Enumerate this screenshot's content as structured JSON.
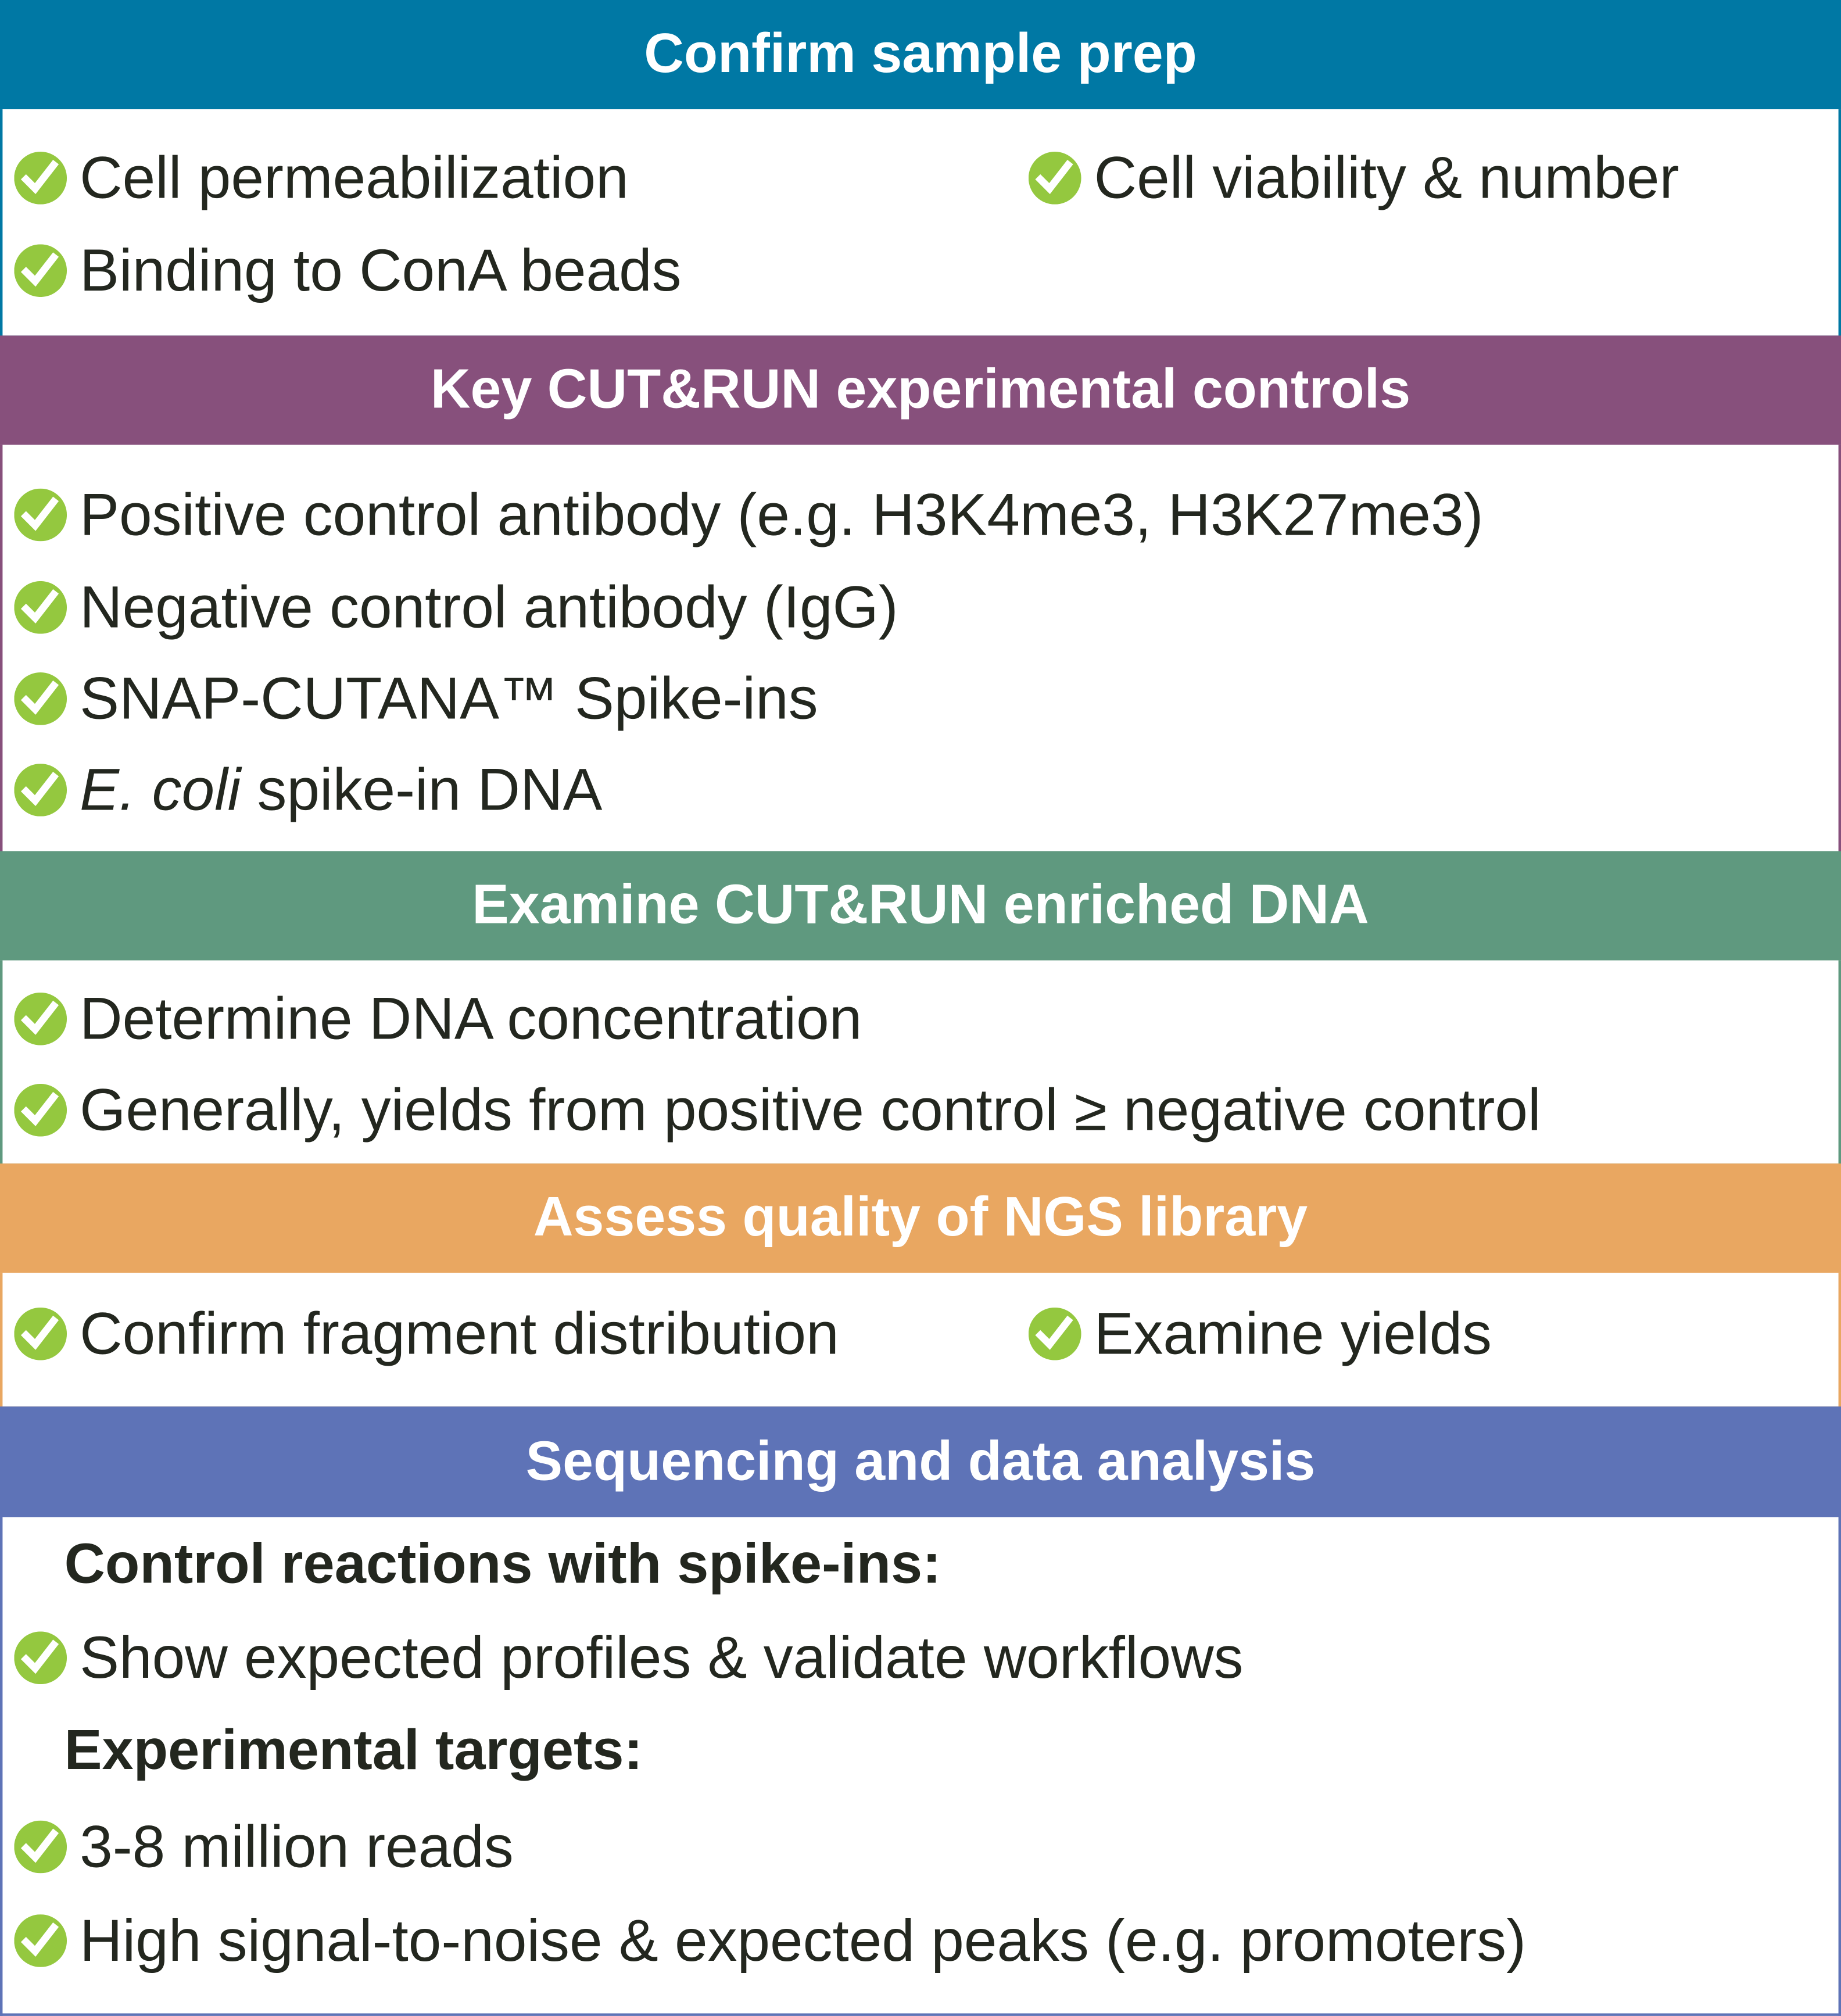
{
  "colors": {
    "teal": "#0078a4",
    "purple": "#87507c",
    "green": "#5f997f",
    "orange": "#e9a761",
    "blue": "#5e73b7",
    "check": "#94c83f"
  },
  "sections": [
    {
      "title": "Confirm sample prep",
      "items": [
        "Cell permeabilization",
        "Cell viability & number",
        "Binding to ConA beads"
      ]
    },
    {
      "title": "Key CUT&RUN experimental controls",
      "items": [
        "Positive control antibody (e.g. H3K4me3, H3K27me3)",
        "Negative control antibody (IgG)",
        "SNAP-CUTANA™ Spike-ins"
      ],
      "ecoli_italic": "E. coli",
      "ecoli_rest": " spike-in DNA"
    },
    {
      "title": "Examine CUT&RUN enriched DNA",
      "items": [
        "Determine DNA concentration",
        "Generally, yields from positive control ≥ negative control"
      ]
    },
    {
      "title": "Assess quality of NGS library",
      "items": [
        "Confirm fragment distribution",
        "Examine yields"
      ]
    },
    {
      "title": "Sequencing and data analysis",
      "subheads": [
        "Control reactions with spike-ins:",
        "Experimental targets:"
      ],
      "items": [
        "Show expected profiles & validate workflows",
        "3-8 million reads",
        "High signal-to-noise & expected peaks (e.g. promoters)"
      ]
    }
  ]
}
